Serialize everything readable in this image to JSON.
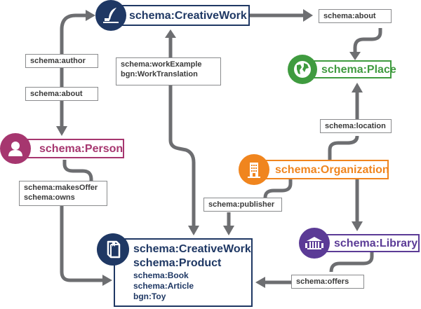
{
  "colors": {
    "creative_work": "#1f3864",
    "place": "#3f9b3f",
    "person": "#a6366f",
    "organization": "#f0851e",
    "library": "#5b3b96",
    "edge": "#6d6e71",
    "label_border": "#8a8b8d"
  },
  "nodes": {
    "creative_work_top": {
      "label": "schema:CreativeWork",
      "icon": "quill-inkwell-icon"
    },
    "place": {
      "label": "schema:Place",
      "icon": "globe-icon"
    },
    "person": {
      "label": "schema:Person",
      "icon": "person-icon"
    },
    "organization": {
      "label": "schema:Organization",
      "icon": "building-icon"
    },
    "library": {
      "label": "schema:Library",
      "icon": "library-icon"
    },
    "resource": {
      "label_primary": "schema:CreativeWork",
      "label_secondary": "schema:Product",
      "types": [
        "schema:Book",
        "schema:Article",
        "bgn:Toy"
      ],
      "icon": "book-icon"
    }
  },
  "edge_labels": {
    "author": "schema:author",
    "about_person": "schema:about",
    "about_place": "schema:about",
    "work_example": [
      "schema:workExample",
      "bgn:WorkTranslation"
    ],
    "makes_offer": [
      "schema:makesOffer",
      "schema:owns"
    ],
    "location": "schema:location",
    "publisher": "schema:publisher",
    "offers": "schema:offers"
  }
}
